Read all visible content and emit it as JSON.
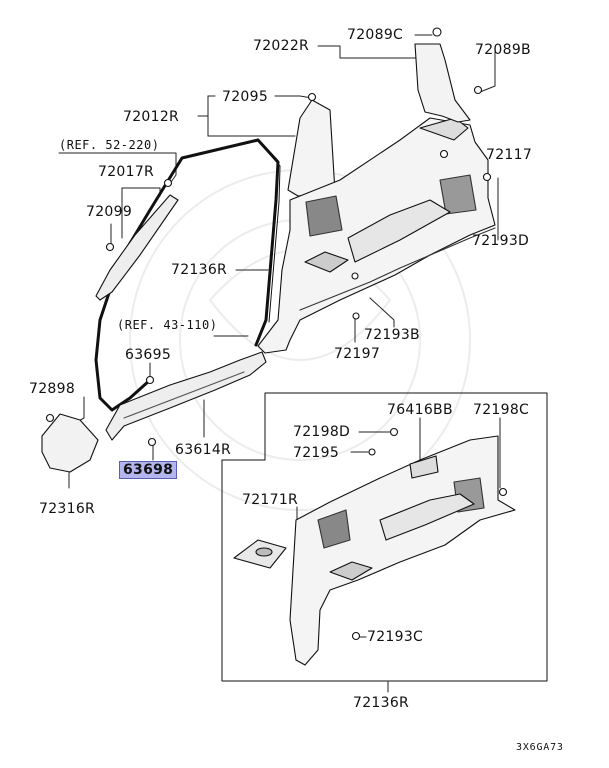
{
  "diagram": {
    "drawing_code": "3X6GA73",
    "highlight_color": "#b3b6ee",
    "references": [
      "(REF. 52-220)",
      "(REF. 43-110)"
    ],
    "labels": {
      "p72089C": "72089C",
      "p72022R": "72022R",
      "p72089B": "72089B",
      "p72095": "72095",
      "p72012R": "72012R",
      "p72117": "72117",
      "p72017R": "72017R",
      "p72099": "72099",
      "p72193D": "72193D",
      "p72136R_top": "72136R",
      "p72193B": "72193B",
      "p72197": "72197",
      "p63695": "63695",
      "p72898": "72898",
      "p76416BB": "76416BB",
      "p72198C": "72198C",
      "p72198D": "72198D",
      "p63614R": "63614R",
      "p72195": "72195",
      "p63698": "63698",
      "p72316R": "72316R",
      "p72171R": "72171R",
      "p72193C": "72193C",
      "p72136R_bottom": "72136R"
    }
  }
}
